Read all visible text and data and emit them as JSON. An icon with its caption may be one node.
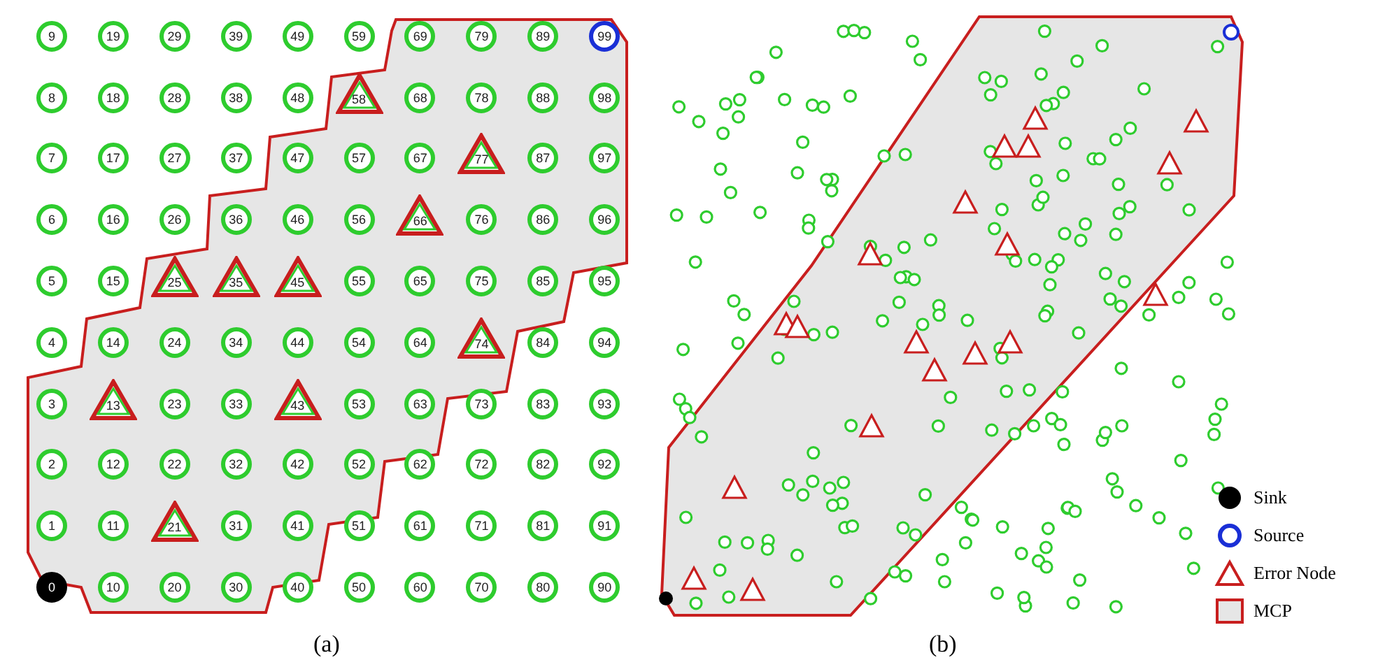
{
  "diagram": {
    "nodes": [
      {
        "text": [
          "0"
        ]
      },
      {
        "text": [
          "1"
        ]
      },
      {
        "text": [
          "2"
        ]
      },
      {
        "text": [
          "3"
        ]
      },
      {
        "text": [
          "4"
        ]
      },
      {
        "text": [
          "5"
        ]
      },
      {
        "text": [
          "6"
        ]
      },
      {
        "text": [
          "7"
        ]
      },
      {
        "text": [
          "8"
        ]
      },
      {
        "text": [
          "9"
        ]
      },
      {
        "text": [
          "10"
        ]
      },
      {
        "text": [
          "11"
        ]
      },
      {
        "text": [
          "12"
        ]
      },
      {
        "text": [
          "13"
        ]
      },
      {
        "text": [
          "14"
        ]
      },
      {
        "text": [
          "15"
        ]
      },
      {
        "text": [
          "16"
        ]
      },
      {
        "text": [
          "17"
        ]
      },
      {
        "text": [
          "18"
        ]
      },
      {
        "text": [
          "19"
        ]
      },
      {
        "text": [
          "20"
        ]
      },
      {
        "text": [
          "21"
        ]
      },
      {
        "text": [
          "22"
        ]
      },
      {
        "text": [
          "23"
        ]
      },
      {
        "text": [
          "24"
        ]
      },
      {
        "text": [
          "25"
        ]
      },
      {
        "text": [
          "26"
        ]
      },
      {
        "text": [
          "27"
        ]
      },
      {
        "text": [
          "28"
        ]
      },
      {
        "text": [
          "29"
        ]
      },
      {
        "text": [
          "30"
        ]
      },
      {
        "text": [
          "31"
        ]
      },
      {
        "text": [
          "32"
        ]
      },
      {
        "text": [
          "33"
        ]
      },
      {
        "text": [
          "34"
        ]
      },
      {
        "text": [
          "35"
        ]
      },
      {
        "text": [
          "36"
        ]
      },
      {
        "text": [
          "37"
        ]
      },
      {
        "text": [
          "38"
        ]
      },
      {
        "text": [
          "39"
        ]
      },
      {
        "text": [
          "40"
        ]
      },
      {
        "text": [
          "41"
        ]
      },
      {
        "text": [
          "42"
        ]
      },
      {
        "text": [
          "43"
        ]
      },
      {
        "text": [
          "44"
        ]
      },
      {
        "text": [
          "45"
        ]
      },
      {
        "text": [
          "46"
        ]
      },
      {
        "text": [
          "47"
        ]
      },
      {
        "text": [
          "48"
        ]
      },
      {
        "text": [
          "49"
        ]
      },
      {
        "text": [
          "50"
        ]
      },
      {
        "text": [
          "51"
        ]
      },
      {
        "text": [
          "52"
        ]
      },
      {
        "text": [
          "53"
        ]
      },
      {
        "text": [
          "54"
        ]
      },
      {
        "text": [
          "55"
        ]
      },
      {
        "text": [
          "56"
        ]
      },
      {
        "text": [
          "57"
        ]
      },
      {
        "text": [
          "58"
        ]
      },
      {
        "text": [
          "59"
        ]
      },
      {
        "text": [
          "60"
        ]
      },
      {
        "text": [
          "61"
        ]
      },
      {
        "text": [
          "62"
        ]
      },
      {
        "text": [
          "63"
        ]
      },
      {
        "text": [
          "64"
        ]
      },
      {
        "text": [
          "65"
        ]
      },
      {
        "text": [
          "66"
        ]
      },
      {
        "text": [
          "67"
        ]
      },
      {
        "text": [
          "68"
        ]
      },
      {
        "text": [
          "69"
        ]
      },
      {
        "text": [
          "70"
        ]
      },
      {
        "text": [
          "71"
        ]
      },
      {
        "text": [
          "72"
        ]
      },
      {
        "text": [
          "73"
        ]
      },
      {
        "text": [
          "74"
        ]
      },
      {
        "text": [
          "75"
        ]
      },
      {
        "text": [
          "76"
        ]
      },
      {
        "text": [
          "77"
        ]
      },
      {
        "text": [
          "78"
        ]
      },
      {
        "text": [
          "79"
        ]
      },
      {
        "text": [
          "80"
        ]
      },
      {
        "text": [
          "81"
        ]
      },
      {
        "text": [
          "82"
        ]
      },
      {
        "text": [
          "83"
        ]
      },
      {
        "text": [
          "84"
        ]
      },
      {
        "text": [
          "85"
        ]
      },
      {
        "text": [
          "86"
        ]
      },
      {
        "text": [
          "87"
        ]
      },
      {
        "text": [
          "88"
        ]
      },
      {
        "text": [
          "89"
        ]
      },
      {
        "text": [
          "90"
        ]
      },
      {
        "text": [
          "91"
        ]
      },
      {
        "text": [
          "92"
        ]
      },
      {
        "text": [
          "93"
        ]
      },
      {
        "text": [
          "94"
        ]
      },
      {
        "text": [
          "95"
        ]
      },
      {
        "text": [
          "96"
        ]
      },
      {
        "text": [
          "97"
        ]
      },
      {
        "text": [
          "98"
        ]
      },
      {
        "text": [
          "99"
        ]
      }
    ],
    "labels": [
      "(a)",
      "(b)"
    ],
    "legend": [
      {
        "text": "Sink",
        "color": "#000000"
      },
      {
        "text": "Source"
      },
      {
        "text": "Error Node"
      },
      {
        "text": "MCP",
        "color": "#e6e6e6"
      }
    ]
  }
}
